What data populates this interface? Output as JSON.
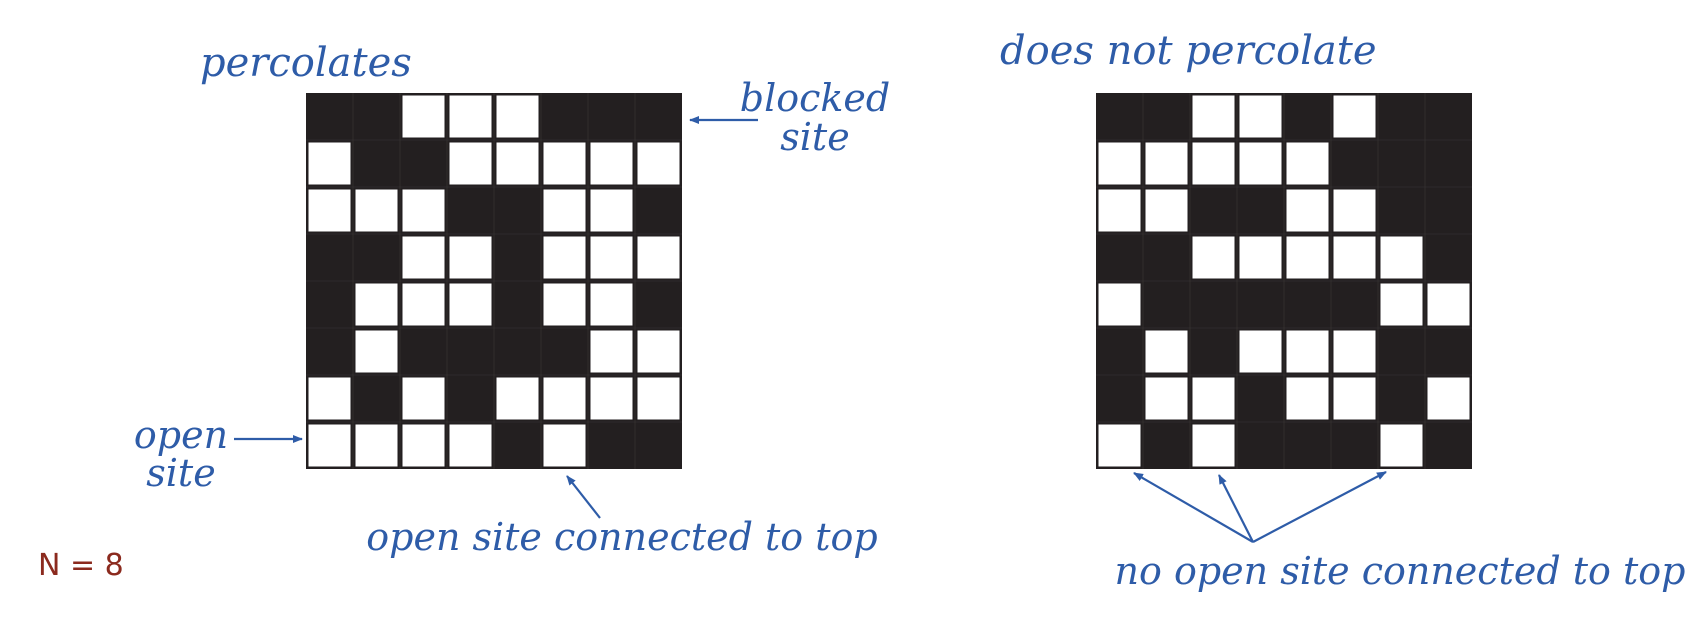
{
  "labels": {
    "left_title": "percolates",
    "right_title": "does not percolate",
    "blocked_line1": "blocked",
    "blocked_line2": "site",
    "open_line1": "open",
    "open_line2": "site",
    "connected": "open site connected to top",
    "not_connected": "no open site connected to top",
    "n_label": "N = 8"
  },
  "colors": {
    "blocked": "#231f20",
    "open": "#ffffff",
    "annotation": "#2e5ca8",
    "n_label": "#8b2a1e"
  },
  "grids": [
    {
      "name": "percolates",
      "rows": [
        "11000111",
        "01100000",
        "00011001",
        "11001000",
        "10001001",
        "10111100",
        "01010000",
        "00001011"
      ]
    },
    {
      "name": "does-not-percolate",
      "rows": [
        "11001011",
        "00000111",
        "00110011",
        "11000001",
        "01111100",
        "10100011",
        "10010010",
        "01011101"
      ]
    }
  ]
}
